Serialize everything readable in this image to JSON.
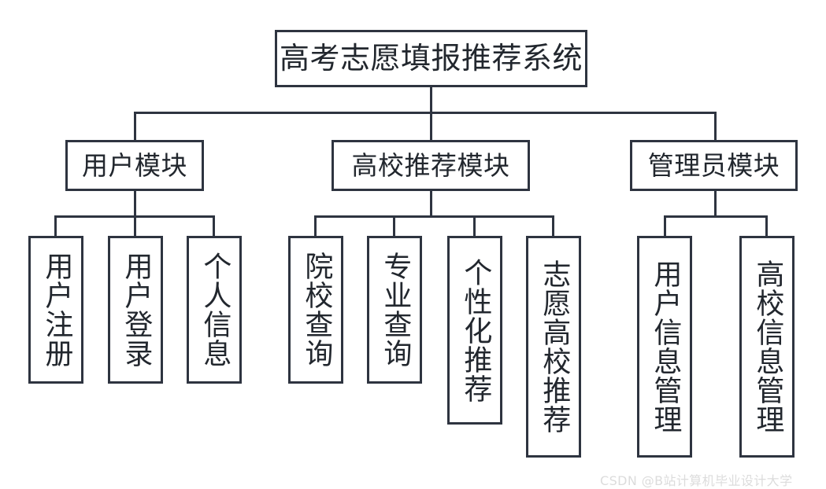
{
  "diagram": {
    "type": "tree",
    "orientation": "top-down",
    "root": {
      "label": "高考志愿填报推荐系统"
    },
    "modules": [
      {
        "label": "用户模块",
        "leaves": [
          {
            "label": "用户注册"
          },
          {
            "label": "用户登录"
          },
          {
            "label": "个人信息"
          }
        ]
      },
      {
        "label": "高校推荐模块",
        "leaves": [
          {
            "label": "院校查询"
          },
          {
            "label": "专业查询"
          },
          {
            "label": "个性化推荐"
          },
          {
            "label": "志愿高校推荐"
          }
        ]
      },
      {
        "label": "管理员模块",
        "leaves": [
          {
            "label": "用户信息管理"
          },
          {
            "label": "高校信息管理"
          }
        ]
      }
    ]
  },
  "colors": {
    "border": "#2e3440",
    "text": "#22272e",
    "background": "#ffffff",
    "watermark": "#dcdcdc"
  },
  "watermark": {
    "text": "CSDN @B站计算机毕业设计大学"
  }
}
